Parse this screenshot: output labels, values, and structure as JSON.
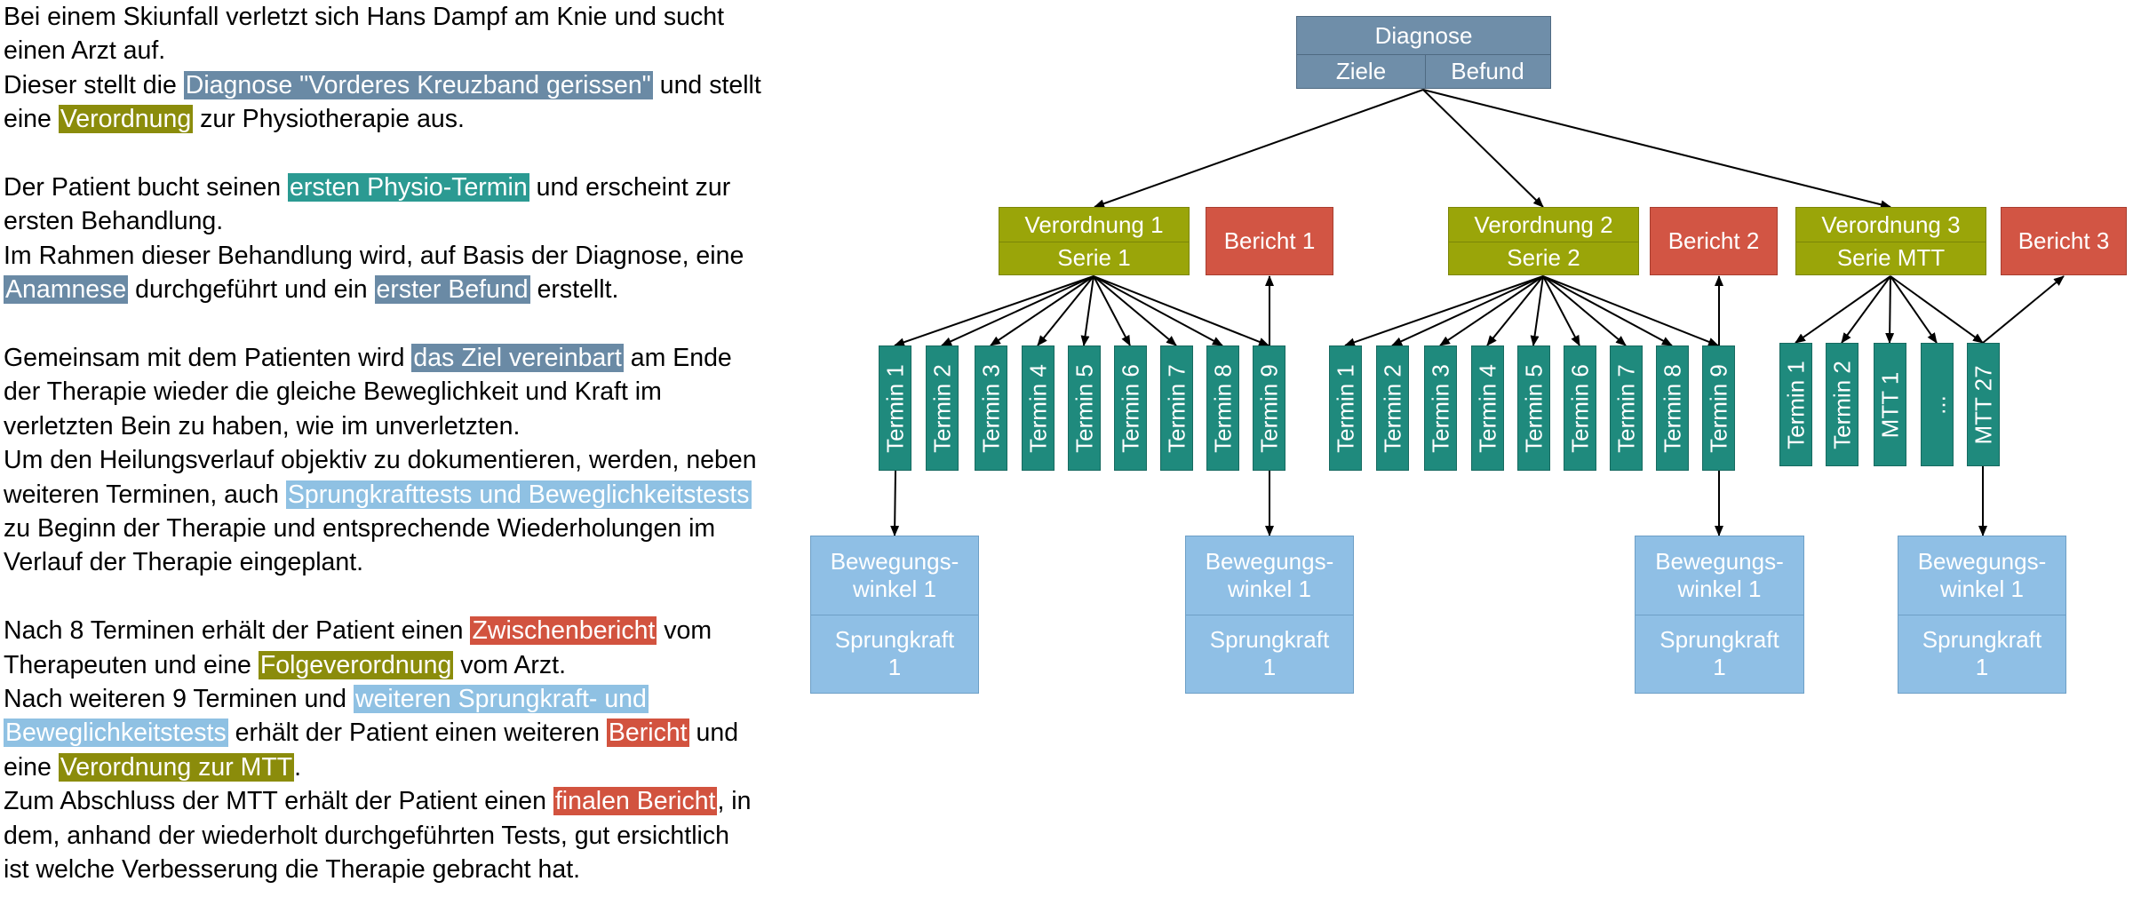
{
  "story": {
    "paragraphs": [
      [
        [
          {
            "t": "Bei einem Skiunfall verletzt sich Hans Dampf am Knie und sucht"
          }
        ],
        [
          {
            "t": "einen Arzt auf."
          }
        ],
        [
          {
            "t": "Dieser stellt die "
          },
          {
            "t": "Diagnose \"Vorderes Kreuzband gerissen\"",
            "hl": "diag"
          },
          {
            "t": " und stellt"
          }
        ],
        [
          {
            "t": "eine "
          },
          {
            "t": "Verordnung",
            "hl": "vo"
          },
          {
            "t": " zur Physiotherapie aus."
          }
        ]
      ],
      [
        [
          {
            "t": "Der Patient bucht seinen "
          },
          {
            "t": "ersten Physio-Termin",
            "hl": "termin"
          },
          {
            "t": " und erscheint zur"
          }
        ],
        [
          {
            "t": "ersten Behandlung."
          }
        ],
        [
          {
            "t": "Im Rahmen dieser Behandlung wird, auf Basis der Diagnose, eine"
          }
        ],
        [
          {
            "t": "Anamnese",
            "hl": "diag"
          },
          {
            "t": " durchgeführt und ein "
          },
          {
            "t": "erster Befund",
            "hl": "diag"
          },
          {
            "t": " erstellt."
          }
        ]
      ],
      [
        [
          {
            "t": "Gemeinsam mit dem Patienten wird "
          },
          {
            "t": "das Ziel vereinbart",
            "hl": "diag"
          },
          {
            "t": " am Ende"
          }
        ],
        [
          {
            "t": "der Therapie wieder die gleiche Beweglichkeit und Kraft im"
          }
        ],
        [
          {
            "t": "verletzten Bein zu haben, wie im unverletzten."
          }
        ],
        [
          {
            "t": "Um den Heilungsverlauf objektiv zu dokumentieren, werden, neben"
          }
        ],
        [
          {
            "t": "weiteren Terminen, auch "
          },
          {
            "t": "Sprungkrafttests und Beweglichkeitstests",
            "hl": "test"
          }
        ],
        [
          {
            "t": "zu Beginn der Therapie und entsprechende Wiederholungen im"
          }
        ],
        [
          {
            "t": "Verlauf der Therapie eingeplant."
          }
        ]
      ],
      [
        [
          {
            "t": "Nach 8 Terminen erhält der Patient einen "
          },
          {
            "t": "Zwischenbericht",
            "hl": "report"
          },
          {
            "t": " vom"
          }
        ],
        [
          {
            "t": "Therapeuten und eine "
          },
          {
            "t": "Folgeverordnung",
            "hl": "vo"
          },
          {
            "t": " vom Arzt."
          }
        ],
        [
          {
            "t": "Nach weiteren 9 Terminen und "
          },
          {
            "t": "weiteren Sprungkraft- und",
            "hl": "test"
          }
        ],
        [
          {
            "t": "Beweglichkeitstests",
            "hl": "test"
          },
          {
            "t": " erhält der Patient einen weiteren "
          },
          {
            "t": "Bericht",
            "hl": "report"
          },
          {
            "t": " und"
          }
        ],
        [
          {
            "t": "eine "
          },
          {
            "t": "Verordnung zur MTT",
            "hl": "vo"
          },
          {
            "t": "."
          }
        ],
        [
          {
            "t": "Zum Abschluss der MTT erhält der Patient einen "
          },
          {
            "t": "finalen Bericht",
            "hl": "report"
          },
          {
            "t": ", in"
          }
        ],
        [
          {
            "t": "dem, anhand der wiederholt durchgeführten Tests, gut ersichtlich"
          }
        ],
        [
          {
            "t": "ist welche Verbesserung die Therapie gebracht hat."
          }
        ]
      ]
    ]
  },
  "colors": {
    "diagnose": "#6f8ea9",
    "verordnung": "#9aa509",
    "bericht": "#d25544",
    "termin": "#1f8a7d",
    "test": "#8fbfe5"
  },
  "diagram": {
    "diagnose": {
      "title": "Diagnose",
      "ziele": "Ziele",
      "befund": "Befund"
    },
    "verordnungen": [
      {
        "line1": "Verordnung 1",
        "line2": "Serie 1"
      },
      {
        "line1": "Verordnung 2",
        "line2": "Serie 2"
      },
      {
        "line1": "Verordnung 3",
        "line2": "Serie MTT"
      }
    ],
    "berichte": [
      "Bericht 1",
      "Bericht 2",
      "Bericht 3"
    ],
    "termine": [
      [
        "Termin 1",
        "Termin 2",
        "Termin 3",
        "Termin 4",
        "Termin 5",
        "Termin 6",
        "Termin 7",
        "Termin 8",
        "Termin 9"
      ],
      [
        "Termin 1",
        "Termin 2",
        "Termin 3",
        "Termin 4",
        "Termin 5",
        "Termin 6",
        "Termin 7",
        "Termin 8",
        "Termin 9"
      ],
      [
        "Termin 1",
        "Termin 2",
        "MTT 1",
        "...",
        "MTT 27"
      ]
    ],
    "tests": [
      {
        "top": "Bewegungs-\nwinkel 1",
        "bottom": "Sprungkraft\n1"
      },
      {
        "top": "Bewegungs-\nwinkel 1",
        "bottom": "Sprungkraft\n1"
      },
      {
        "top": "Bewegungs-\nwinkel 1",
        "bottom": "Sprungkraft\n1"
      },
      {
        "top": "Bewegungs-\nwinkel 1",
        "bottom": "Sprungkraft\n1"
      }
    ]
  }
}
